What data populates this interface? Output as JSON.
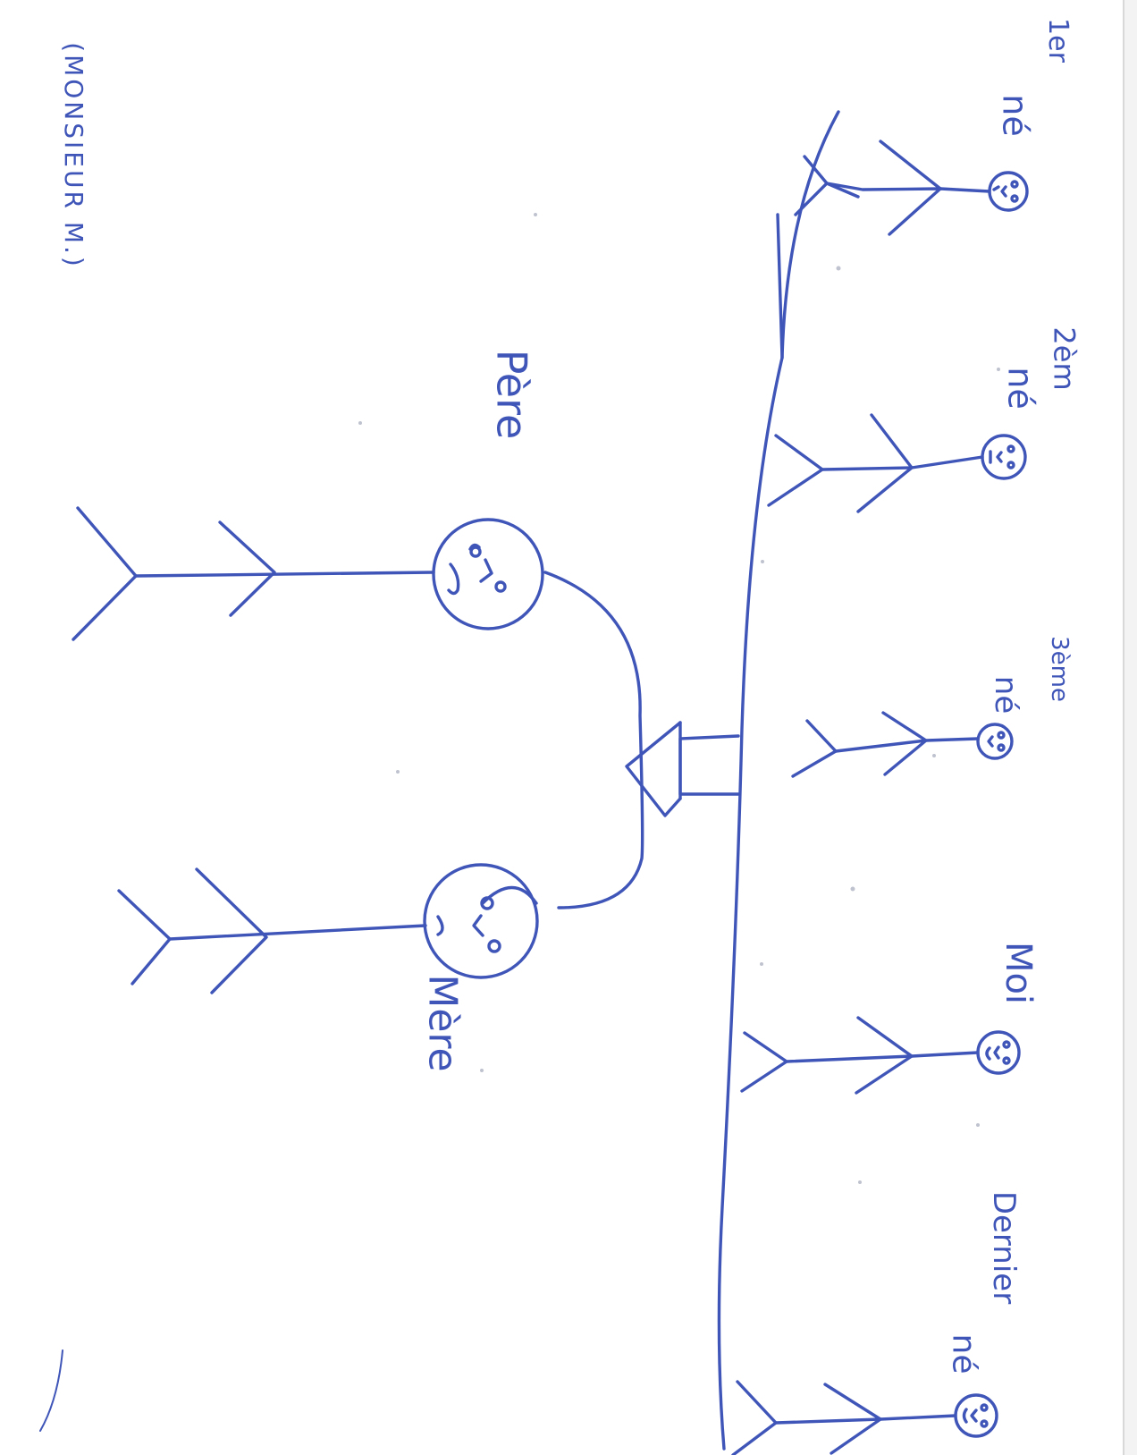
{
  "caption": "(MONSIEUR M.)",
  "parents": {
    "father": "Père",
    "mother": "Mère"
  },
  "children": [
    {
      "rank": "1er",
      "word": "né"
    },
    {
      "rank": "2èm",
      "word": "né"
    },
    {
      "rank": "3ème",
      "word": "né"
    },
    {
      "rank": "",
      "word": "Moi"
    },
    {
      "rank": "Dernier",
      "word": "né"
    }
  ],
  "colors": {
    "ink": "#3f55b8",
    "paper": "#ffffff"
  }
}
